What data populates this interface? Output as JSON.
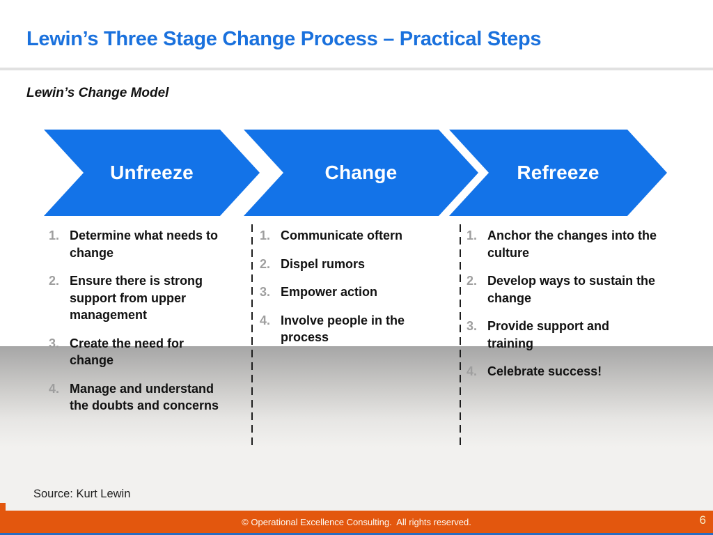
{
  "slide": {
    "title": "Lewin’s Three Stage Change Process – Practical Steps",
    "subtitle": "Lewin’s Change Model",
    "source": "Source: Kurt Lewin",
    "step_numbers": [
      "1.",
      "2.",
      "3.",
      "4."
    ],
    "stages": [
      {
        "label": "Unfreeze",
        "steps": [
          "Determine what needs to change",
          "Ensure there is strong support from upper management",
          "Create the need for change",
          "Manage and understand the doubts and concerns"
        ]
      },
      {
        "label": "Change",
        "steps": [
          "Communicate oftern",
          "Dispel rumors",
          "Empower action",
          "Involve people in the process"
        ]
      },
      {
        "label": "Refreeze",
        "steps": [
          "Anchor the changes into the culture",
          "Develop ways to sustain the change",
          "Provide support and training",
          "Celebrate success!"
        ]
      }
    ],
    "footer": {
      "copyright": "© Operational Excellence Consulting.  All rights reserved.",
      "page_number": "6"
    },
    "colors": {
      "arrow_blue": "#1373e8",
      "title_blue": "#1a71dd",
      "footer_orange": "#e3570e",
      "footer_bottom_line_blue": "#2a6cc0",
      "page_number_cream": "#f7edc9",
      "gradient_gray": "#a6a6a6",
      "step_number_gray": "#9e9e9e"
    }
  }
}
